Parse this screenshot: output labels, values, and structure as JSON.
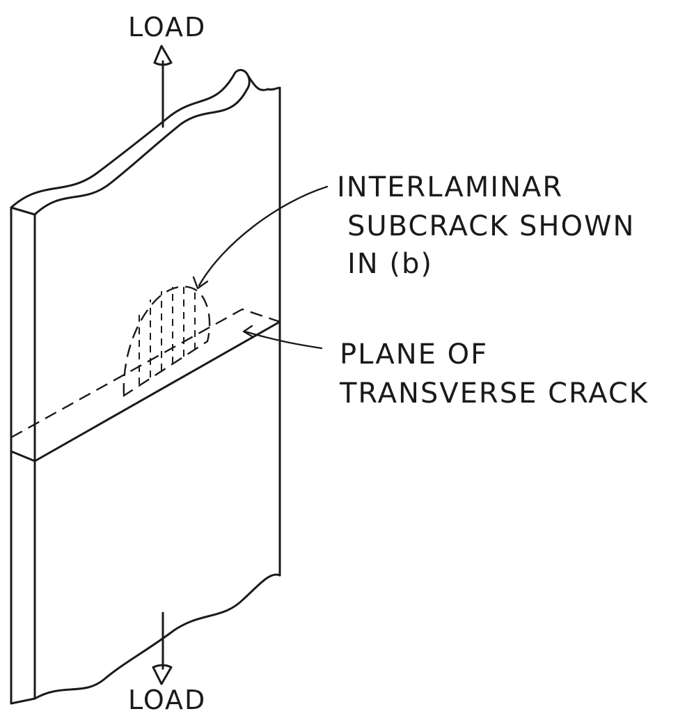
{
  "labels": {
    "load_top": "LOAD",
    "load_bottom": "LOAD",
    "subcrack_line1": "INTERLAMINAR",
    "subcrack_line2": "SUBCRACK SHOWN",
    "subcrack_line3": "IN (b)",
    "plane_line1": "PLANE OF",
    "plane_line2": "TRANSVERSE CRACK"
  },
  "colors": {
    "ink": "#1a1a1a",
    "background": "#ffffff"
  }
}
